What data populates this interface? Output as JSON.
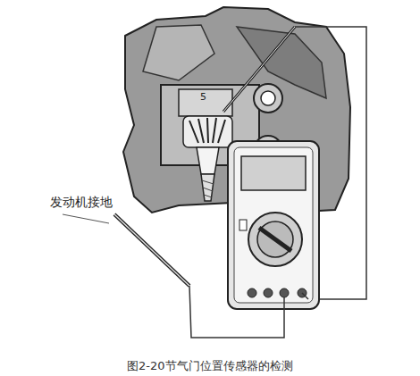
{
  "diagram": {
    "caption": "图2-20节气门位置传感器的检测",
    "labels": [
      "5",
      "发动机接地"
    ]
  }
}
